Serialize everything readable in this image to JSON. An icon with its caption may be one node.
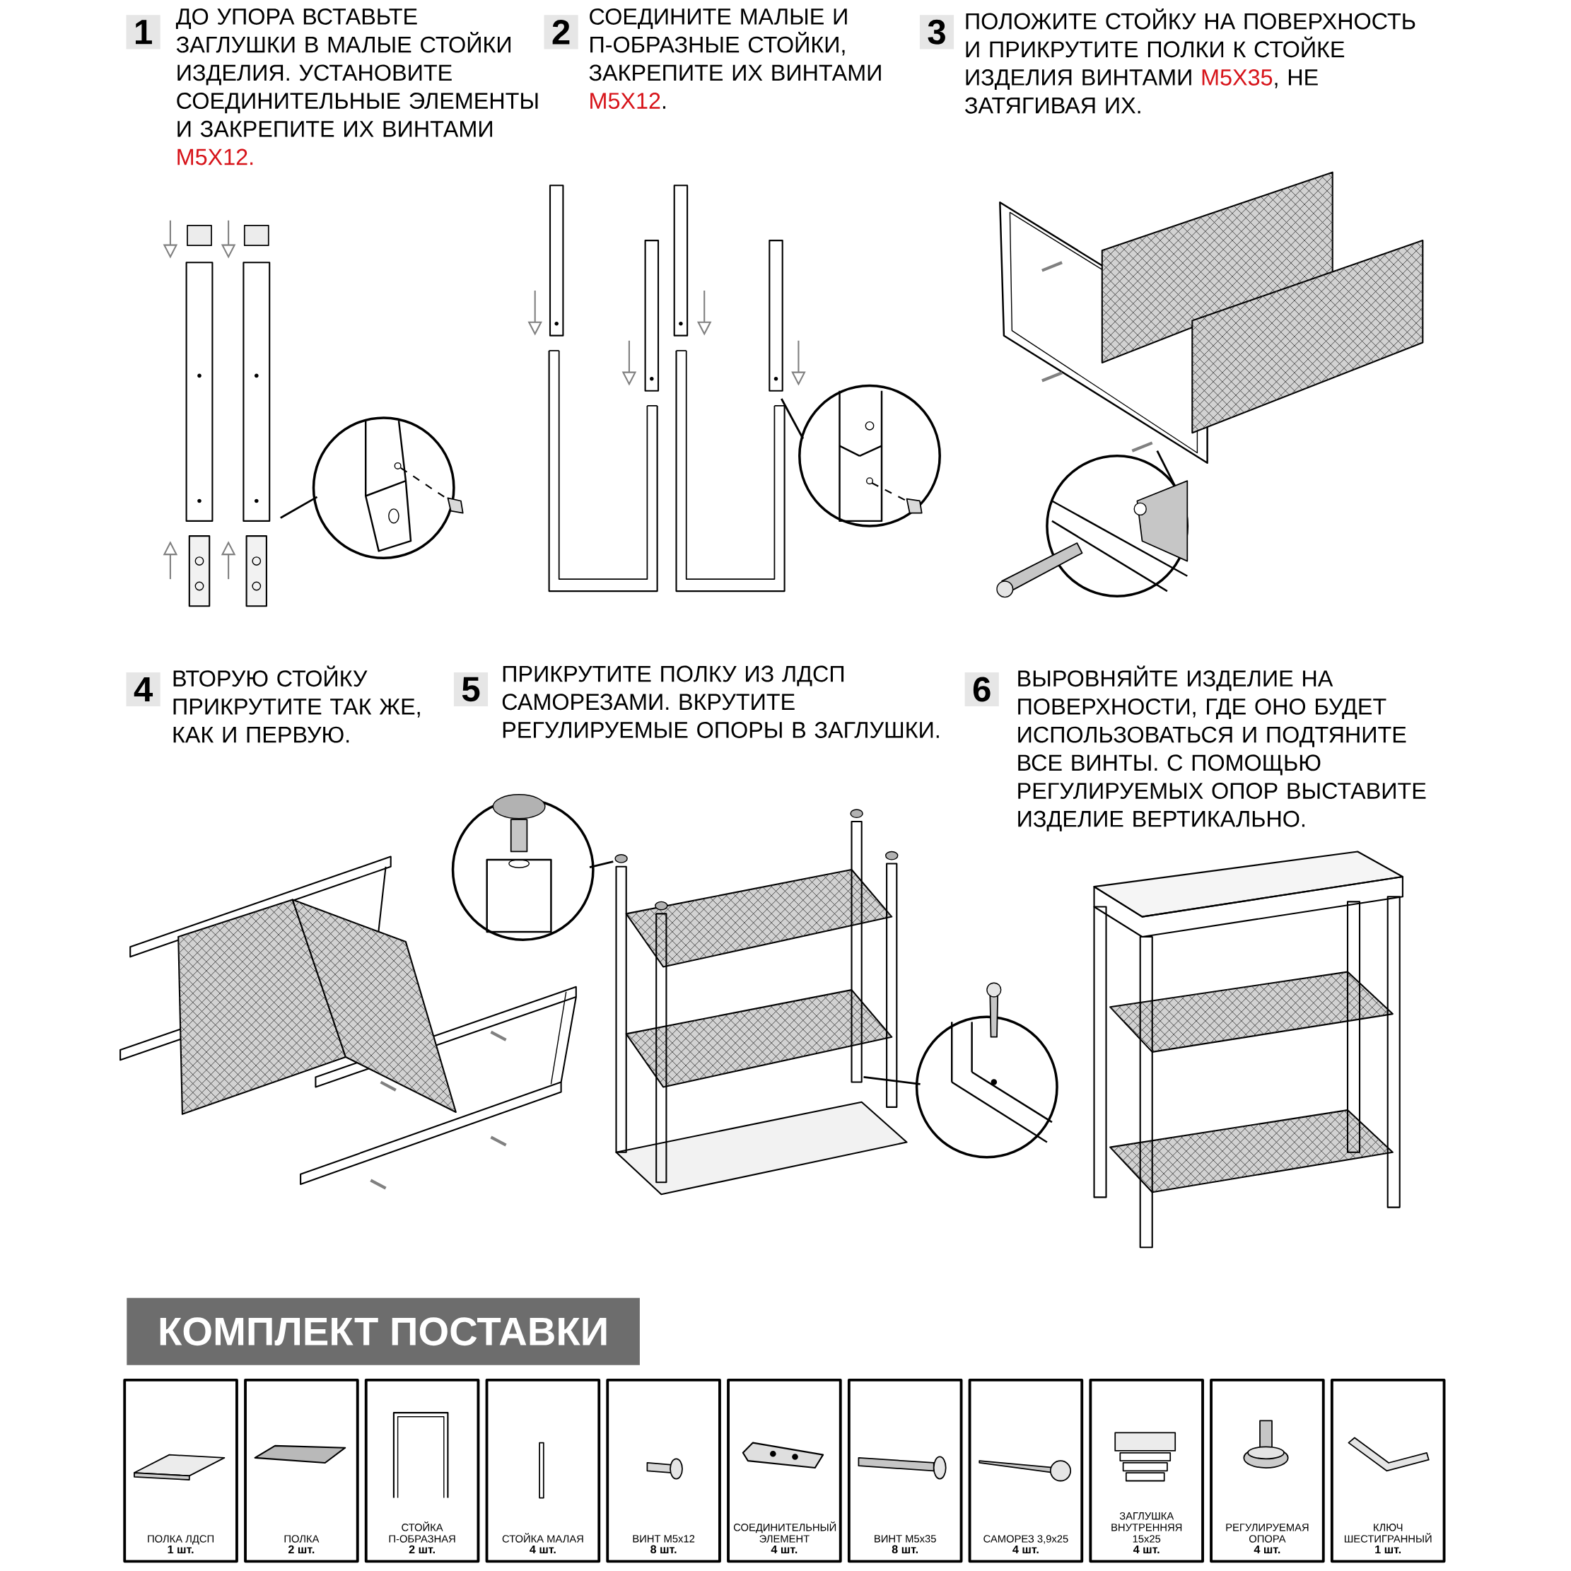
{
  "diagram": {
    "title": "КОМПЛЕКТ ПОСТАВКИ",
    "nodes": [
      {
        "text": [
          "1"
        ],
        "beside": [
          "ДО УПОРА ВСТАВЬТЕ ЗАГЛУШКИ В МАЛЫЕ СТОЙКИ ИЗДЕЛИЯ. УСТАНОВИТЕ СОЕДИНИТЕЛЬНЫЕ ЭЛЕМЕНТЫ И ЗАКРЕПИТЕ ИХ ВИНТАМИ",
          "M5X12."
        ]
      },
      {
        "text": [
          "2"
        ],
        "beside": [
          "СОЕДИНИТЕ МАЛЫЕ И П-ОБРАЗНЫЕ СТОЙКИ, ЗАКРЕПИТЕ ИХ ВИНТАМИ",
          "M5X12",
          "."
        ]
      },
      {
        "text": [
          "3"
        ],
        "beside": [
          "ПОЛОЖИТЕ СТОЙКУ НА ПОВЕРХНОСТЬ И ПРИКРУТИТЕ ПОЛКИ К СТОЙКЕ ИЗДЕЛИЯ ВИНТАМИ",
          "M5X35",
          ", НЕ ЗАТЯГИВАЯ ИХ."
        ]
      },
      {
        "text": [
          "4"
        ],
        "beside": [
          "ВТОРУЮ СТОЙКУ ПРИКРУТИТЕ ТАК ЖЕ, КАК И ПЕРВУЮ."
        ]
      },
      {
        "text": [
          "5"
        ],
        "beside": [
          "ПРИКРУТИТЕ ПОЛКУ ИЗ ЛДСП САМОРЕЗАМИ. ВКРУТИТЕ РЕГУЛИРУЕМЫЕ ОПОРЫ В ЗАГЛУШКИ."
        ]
      },
      {
        "text": [
          "6"
        ],
        "beside": [
          "ВЫРОВНЯЙТЕ ИЗДЕЛИЕ НА ПОВЕРХНОСТИ, ГДЕ ОНО БУДЕТ ИСПОЛЬЗОВАТЬСЯ И ПОДТЯНИТЕ ВСЕ ВИНТЫ. С ПОМОЩЬЮ РЕГУЛИРУЕМЫХ ОПОР ВЫСТАВИТЕ ИЗДЕЛИЕ ВЕРТИКАЛЬНО."
        ]
      },
      {
        "text": [
          "ПОЛКА ЛДСП",
          "1 шт."
        ]
      },
      {
        "text": [
          "ПОЛКА",
          "2 шт."
        ]
      },
      {
        "text": [
          "СТОЙКА П-ОБРАЗНАЯ",
          "2 шт."
        ]
      },
      {
        "text": [
          "СТОЙКА МАЛАЯ",
          "4 шт."
        ]
      },
      {
        "text": [
          "ВИНТ M5x12",
          "8 шт."
        ]
      },
      {
        "text": [
          "СОЕДИНИТЕЛЬНЫЙ ЭЛЕМЕНТ",
          "4 шт."
        ]
      },
      {
        "text": [
          "ВИНТ M5x35",
          "8 шт."
        ]
      },
      {
        "text": [
          "САМОРЕЗ 3,9x25",
          "4 шт."
        ]
      },
      {
        "text": [
          "ЗАГЛУШКА ВНУТРЕННЯЯ 15x25",
          "4 шт."
        ]
      },
      {
        "text": [
          "РЕГУЛИРУЕМАЯ ОПОРА",
          "4 шт."
        ]
      },
      {
        "text": [
          "КЛЮЧ ШЕСТИГРАННЫЙ",
          "1 шт."
        ]
      }
    ]
  }
}
